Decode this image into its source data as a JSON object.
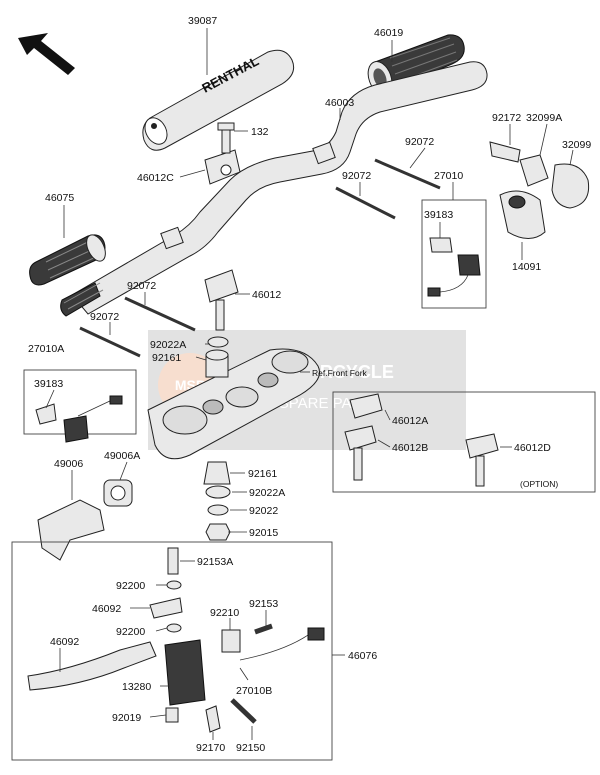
{
  "watermark": {
    "line1": "MOTORCYCLE",
    "line2": "SPARE PARTS",
    "badge": "MSP"
  },
  "labels": {
    "p39087": "39087",
    "p46019": "46019",
    "p132": "132",
    "p46003": "46003",
    "p46012C": "46012C",
    "p92172": "92172",
    "p32099A": "32099A",
    "p32099": "32099",
    "p92072a": "92072",
    "p92072b": "92072",
    "p27010": "27010",
    "p39183a": "39183",
    "p46075": "46075",
    "p14091": "14091",
    "p46012": "46012",
    "p92072c": "92072",
    "p92072d": "92072",
    "p27010A": "27010A",
    "p92022A_top": "92022A",
    "p92161_top": "92161",
    "p39183b": "39183",
    "ref_front_fork": "Ref.Front Fork",
    "p46012A": "46012A",
    "p46012B": "46012B",
    "p46012D": "46012D",
    "option": "(OPTION)",
    "p49006": "49006",
    "p49006A": "49006A",
    "p92161_bot": "92161",
    "p92022A_bot": "92022A",
    "p92022": "92022",
    "p92015": "92015",
    "p92153A": "92153A",
    "p92200a": "92200",
    "p46092a": "46092",
    "p92153": "92153",
    "p92210": "92210",
    "p92200b": "92200",
    "p46092b": "46092",
    "p46076": "46076",
    "p13280": "13280",
    "p27010B": "27010B",
    "p92019": "92019",
    "p92170": "92170",
    "p92150": "92150"
  },
  "grip_brand": "RENTHAL"
}
